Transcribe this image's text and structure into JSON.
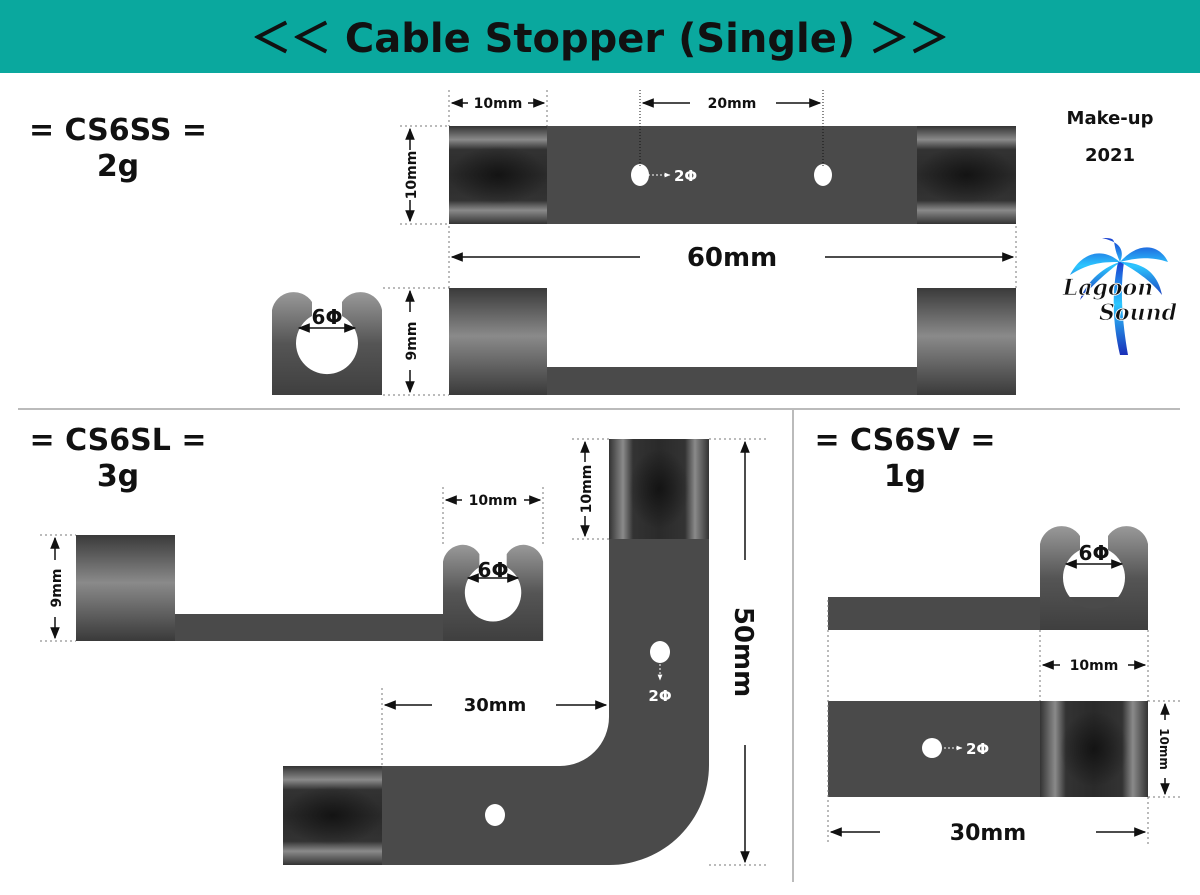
{
  "header": {
    "title": "＜＜ Cable Stopper (Single) ＞＞",
    "bg_color": "#0aa89e"
  },
  "brand": {
    "make_up": "Make-up",
    "year": "2021",
    "logo_line1": "Lagoon",
    "logo_line2": "Sound"
  },
  "cs6ss": {
    "name": "= CS6SS =",
    "weight": "2g",
    "dim_pad": "10mm",
    "dim_hole_pitch": "20mm",
    "dim_width": "10mm",
    "dim_length": "60mm",
    "dim_height": "9mm",
    "hole": "2Φ",
    "clip": "6Φ"
  },
  "cs6sl": {
    "name": "= CS6SL =",
    "weight": "3g",
    "dim_clip": "10mm",
    "dim_height": "9mm",
    "clip": "6Φ",
    "dim_pad": "10mm",
    "dim_length": "50mm",
    "dim_arm": "30mm",
    "hole": "2Φ"
  },
  "cs6sv": {
    "name": "= CS6SV =",
    "weight": "1g",
    "clip": "6Φ",
    "dim_pad": "10mm",
    "dim_width": "10mm",
    "dim_length": "30mm",
    "hole": "2Φ"
  },
  "colors": {
    "part": "#4a4a4a",
    "accent": "#0aa89e",
    "logo_blue": "#1a4fd0"
  }
}
